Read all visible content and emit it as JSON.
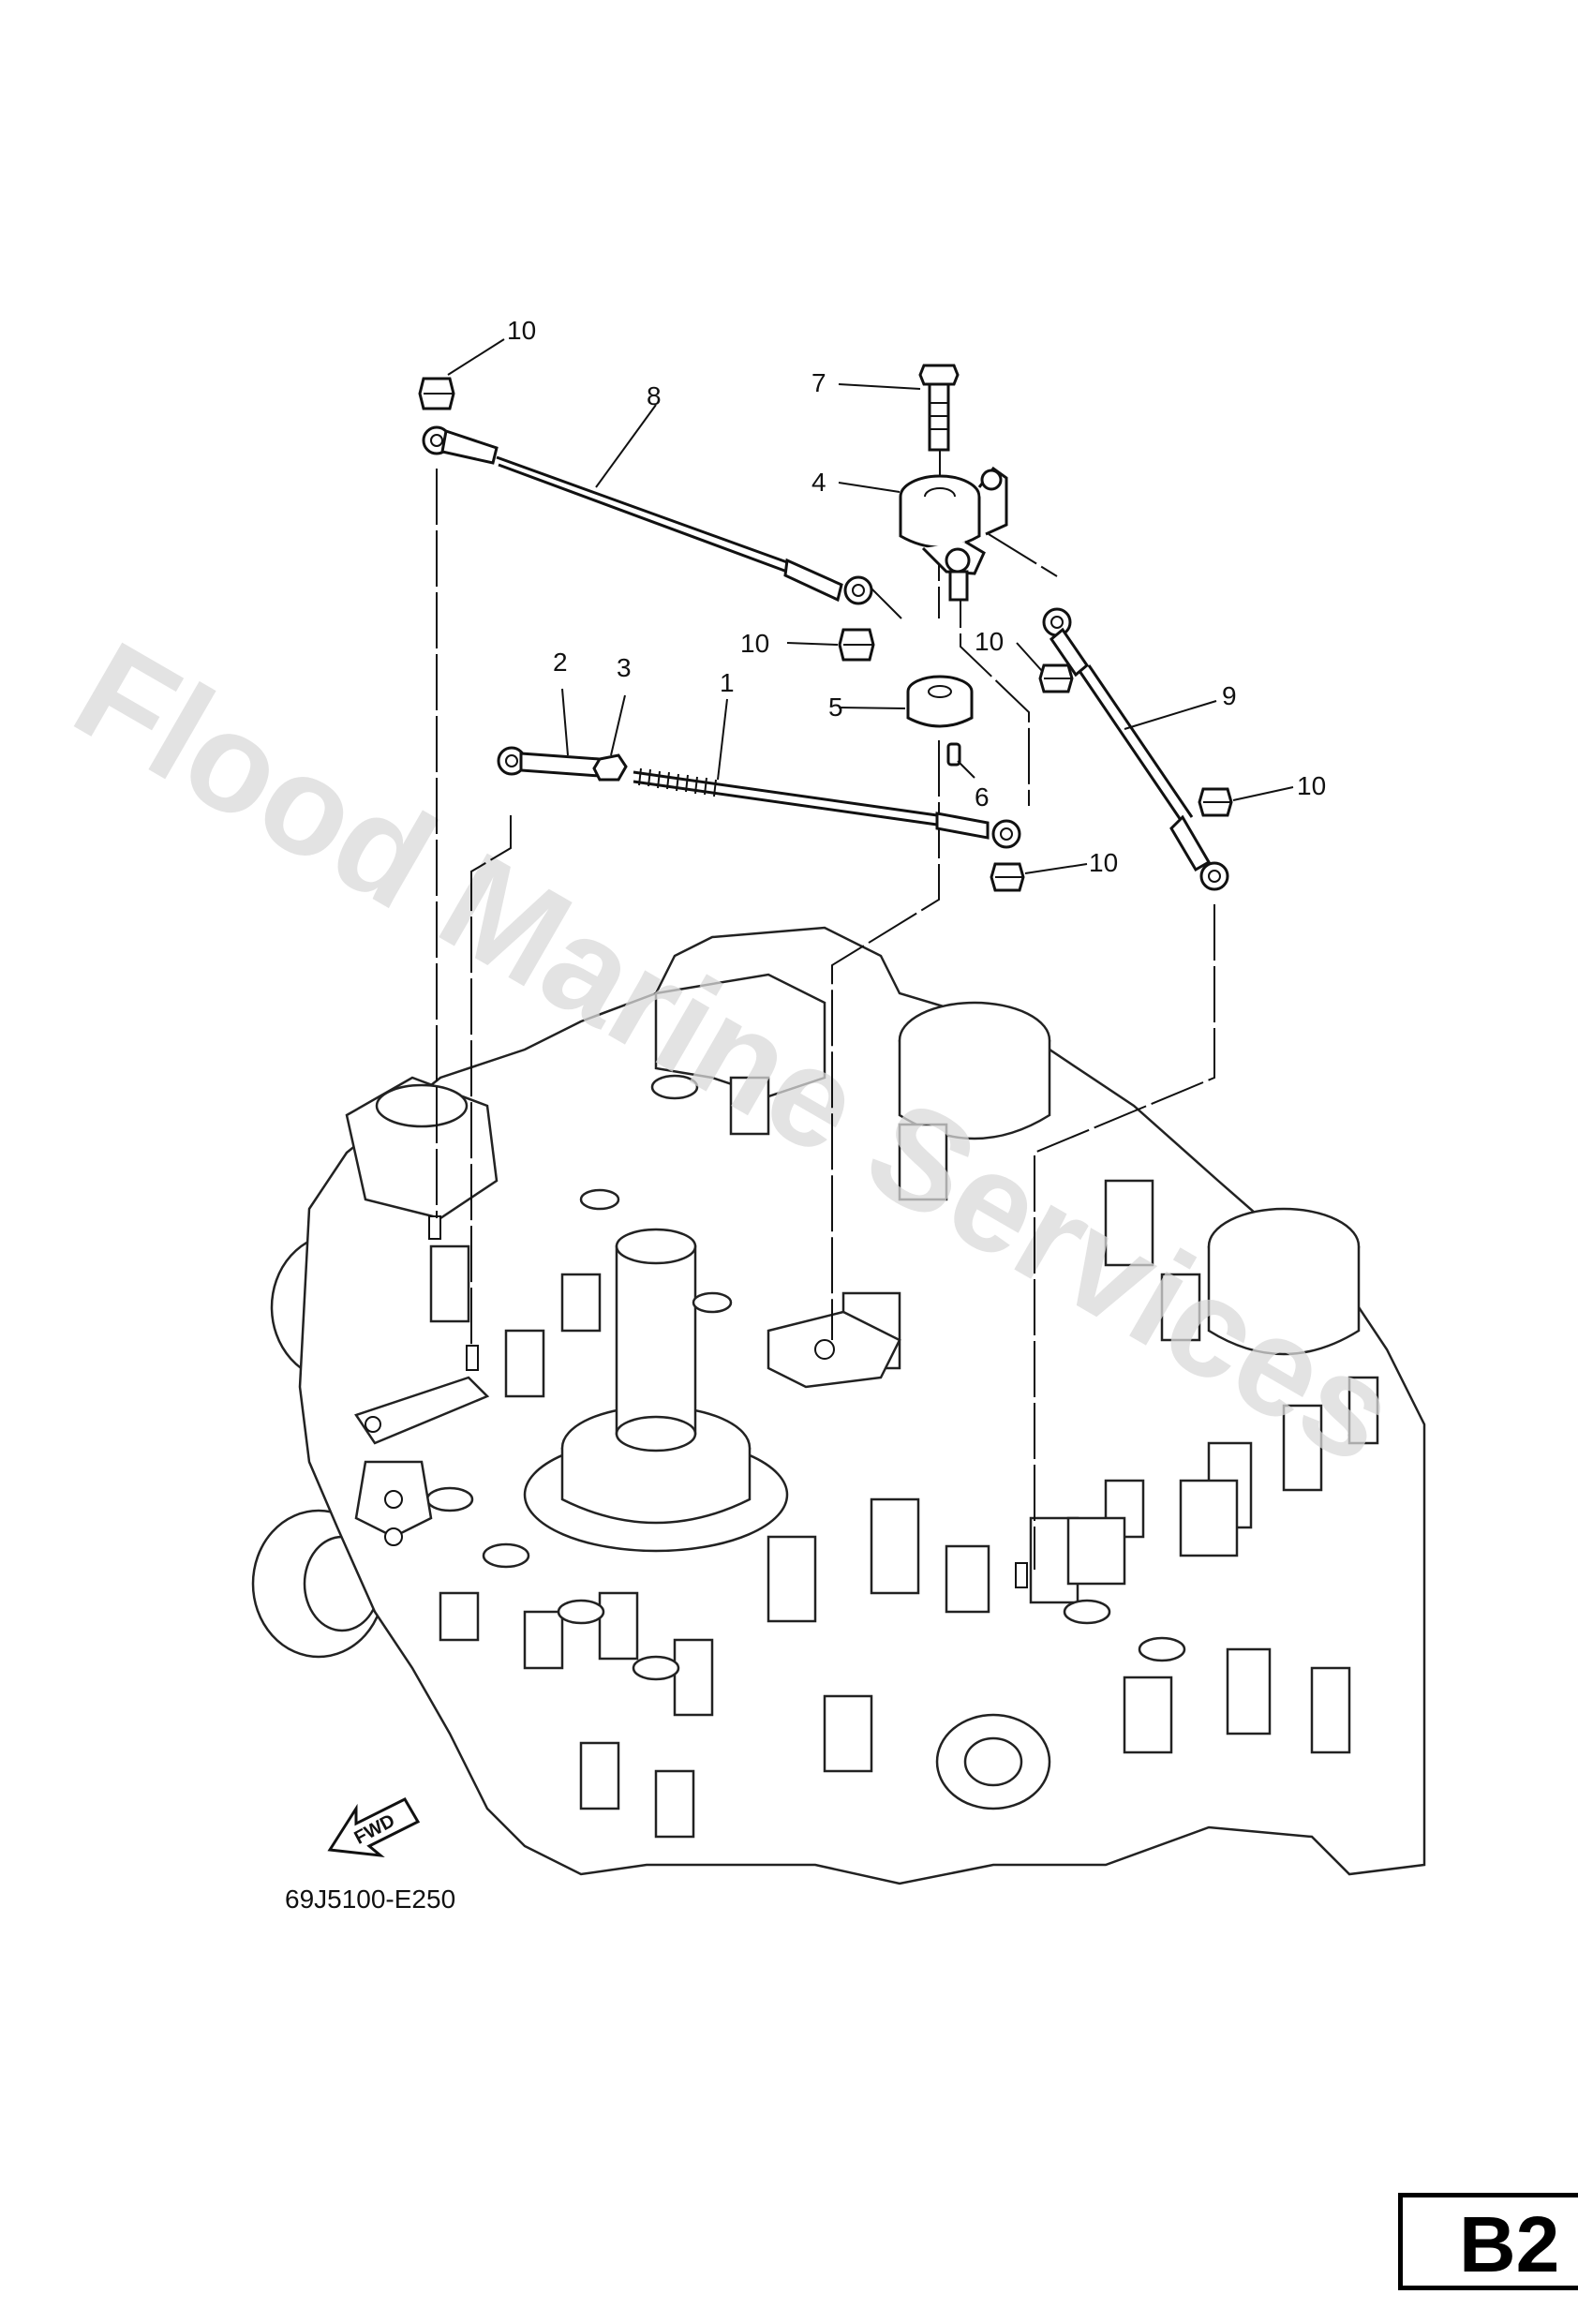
{
  "watermark": "Flood Marine Services",
  "diagram_code": "69J5100-E250",
  "page_tag": "B2",
  "fwd_label": "FWD",
  "callouts": {
    "c1": "1",
    "c2": "2",
    "c3": "3",
    "c4": "4",
    "c5": "5",
    "c6": "6",
    "c7": "7",
    "c8": "8",
    "c9": "9",
    "c10a": "10",
    "c10b": "10",
    "c10c": "10",
    "c10d": "10",
    "c10e": "10"
  }
}
